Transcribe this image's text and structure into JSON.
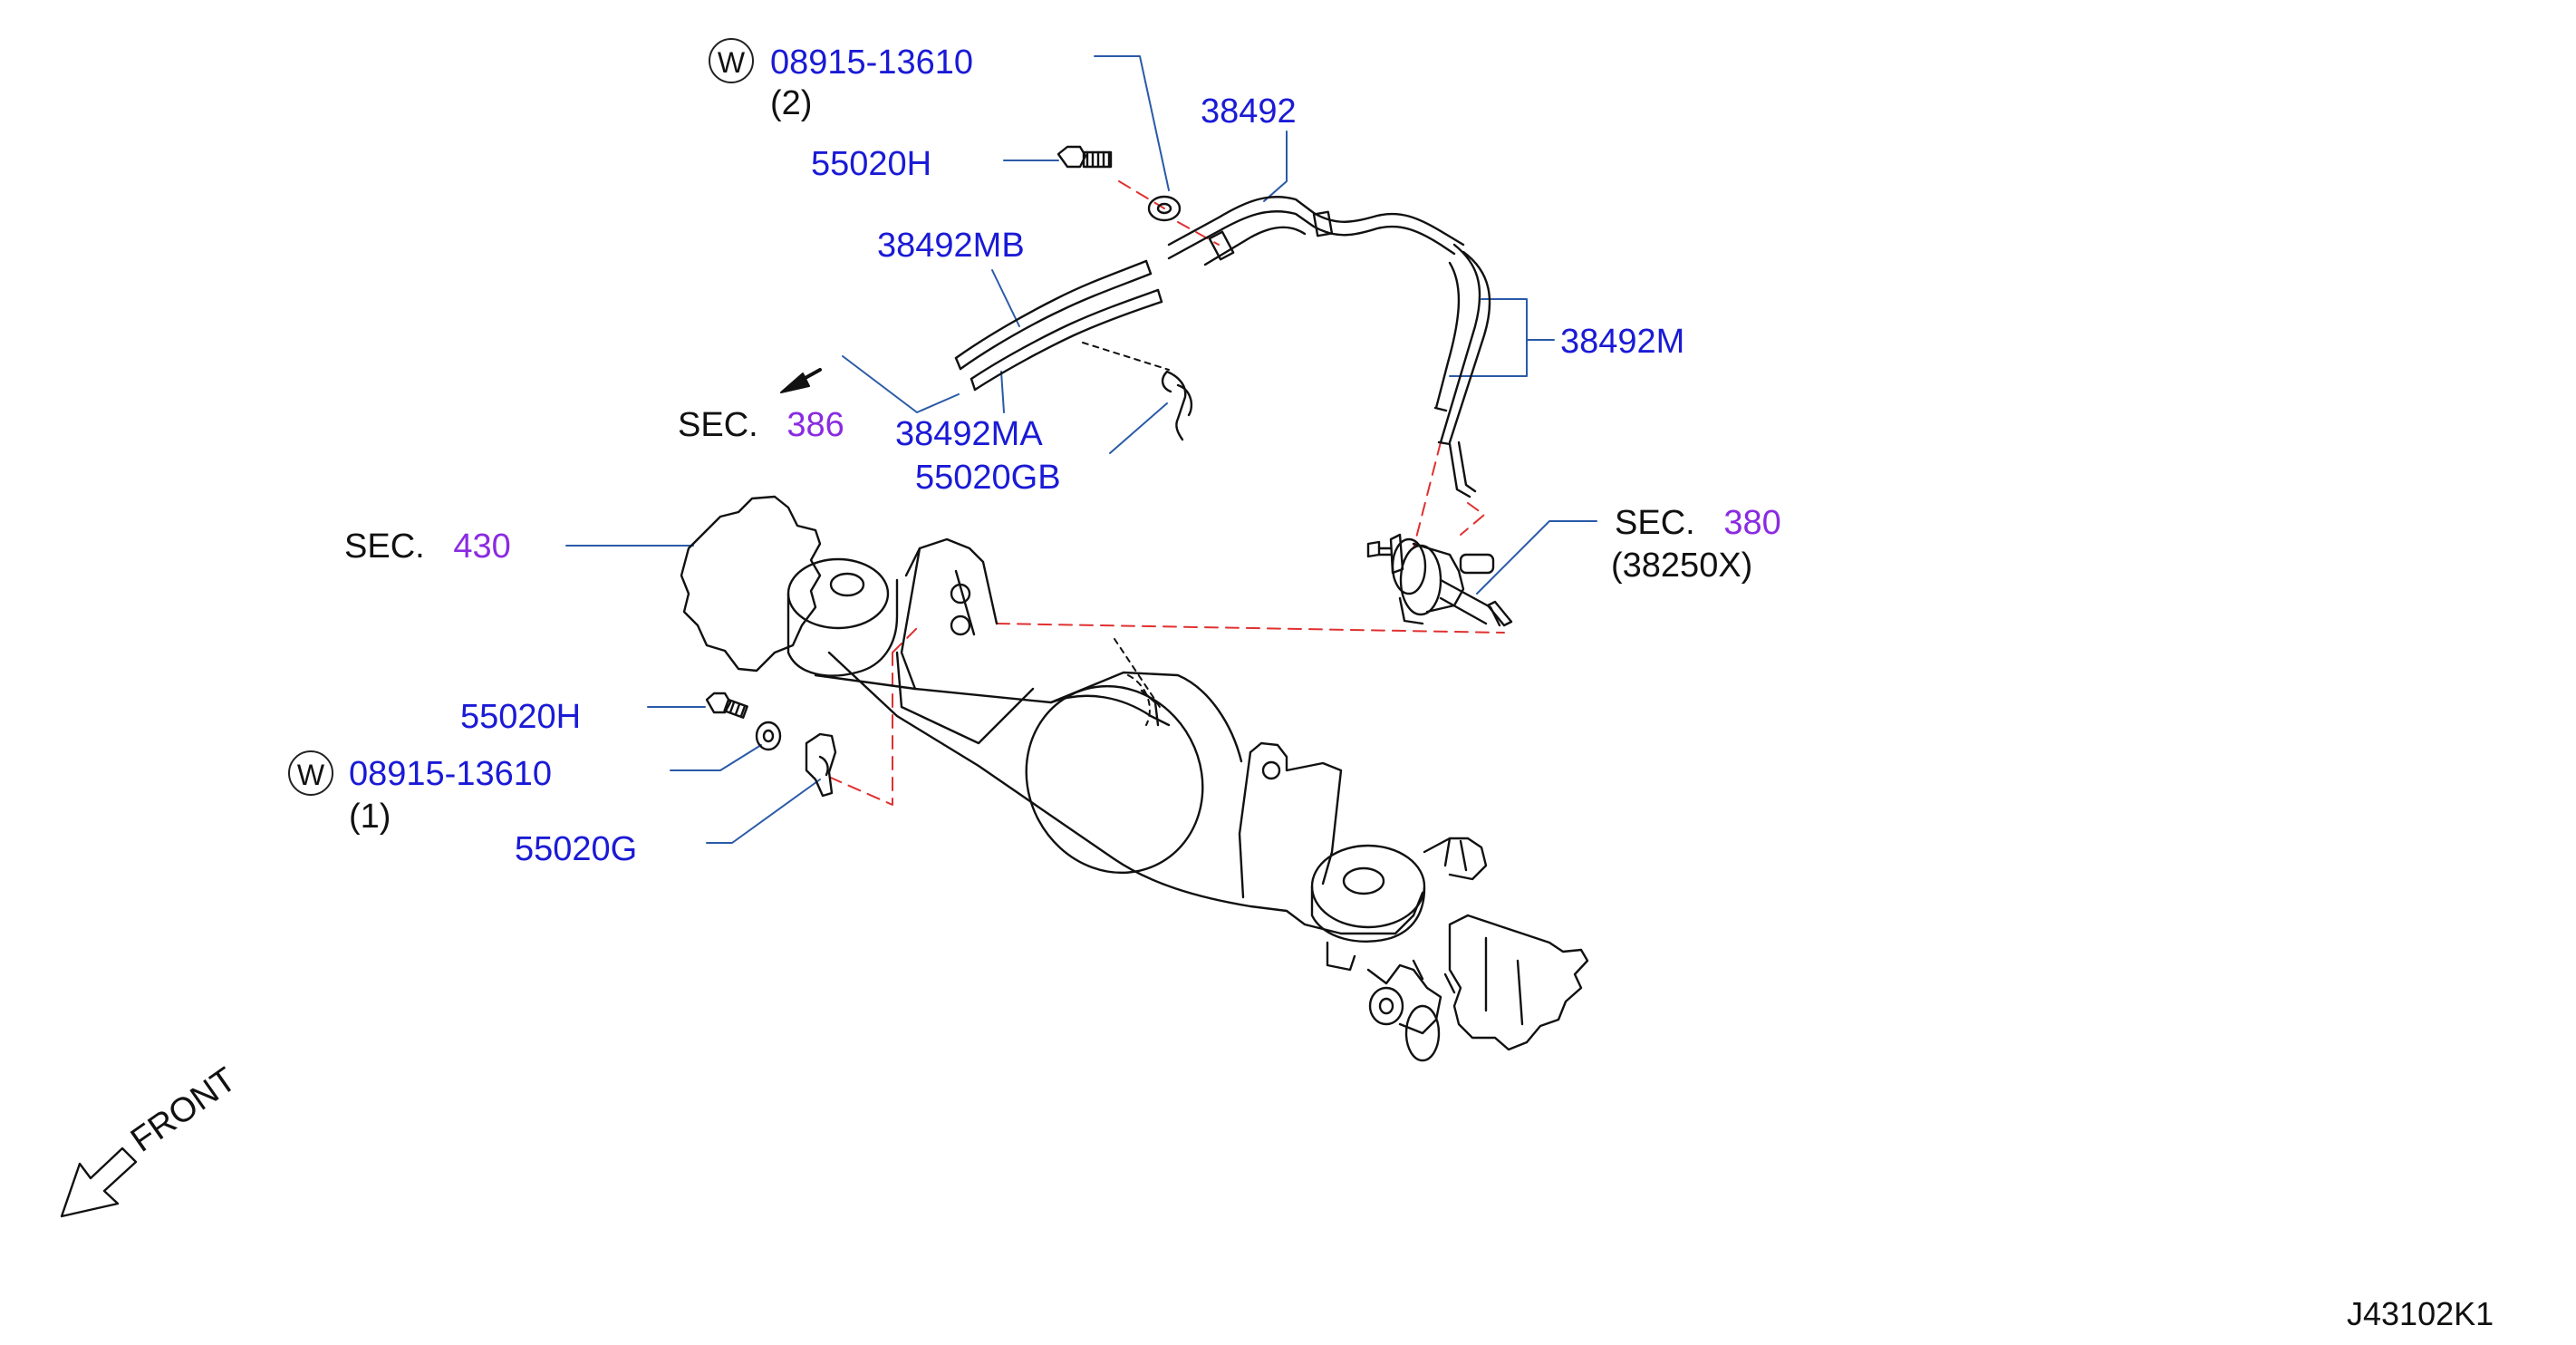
{
  "diagram": {
    "parts": {
      "washer_top": "08915-13610",
      "washer_top_qty": "(2)",
      "bolt_top": "55020H",
      "tube_38492": "38492",
      "tube_mb": "38492MB",
      "tube_m": "38492M",
      "tube_ma": "38492MA",
      "clip_gb": "55020GB",
      "bolt_bottom": "55020H",
      "washer_bottom": "08915-13610",
      "washer_bottom_qty": "(1)",
      "clip_g": "55020G"
    },
    "washer_symbol": "W",
    "sections": {
      "sec386": {
        "prefix": "SEC.",
        "num": "386"
      },
      "sec430": {
        "prefix": "SEC.",
        "num": "430"
      },
      "sec380": {
        "prefix": "SEC.",
        "num": "380",
        "sub": "(38250X)"
      }
    },
    "front_label": "FRONT",
    "diagram_code": "J43102K1",
    "colors": {
      "part_number": "#1a1ad6",
      "section_number": "#8a2be2",
      "leader": "#2a5aa8",
      "dashed_hint": "#e03030",
      "line_art": "#111111"
    }
  }
}
